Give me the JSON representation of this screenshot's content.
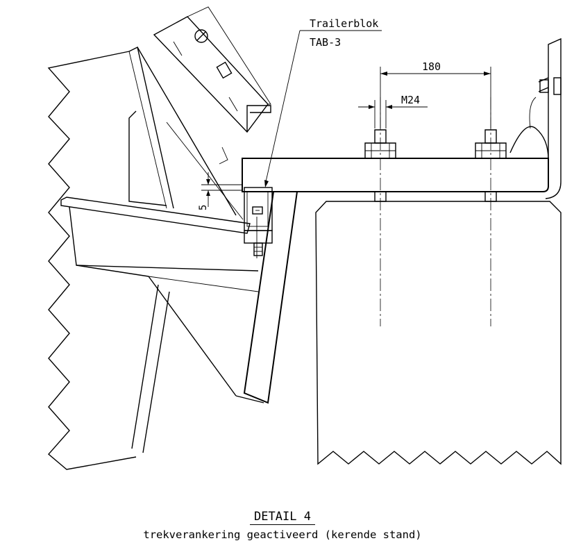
{
  "labels": {
    "trailerblok": "Trailerblok",
    "tab3": "TAB-3",
    "dim_180": "180",
    "dim_m24": "M24",
    "dim_5": "5"
  },
  "caption": {
    "title": "DETAIL 4",
    "subtitle": "trekverankering geactiveerd (kerende stand)"
  }
}
